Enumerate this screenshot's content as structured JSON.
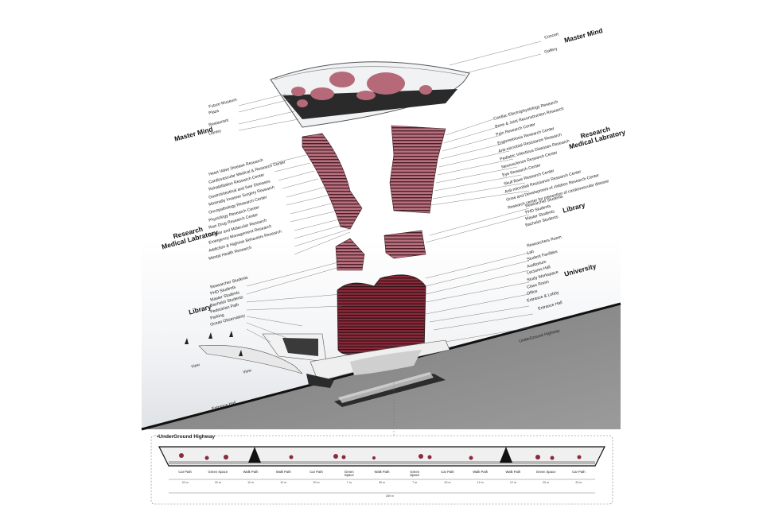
{
  "groups": {
    "master_mind_top": "Master Mind",
    "master_mind_left": "Master Mind",
    "research_right_line1": "Research",
    "research_right_line2": "Medical Labratory",
    "research_left_line1": "Research",
    "research_left_line2": "Medical Labratory",
    "library_right": "Library",
    "university": "University",
    "library_left": "Library"
  },
  "master_mind_top_items": [
    "Concert",
    "Gallery"
  ],
  "master_mind_left_items": [
    "Future Museum",
    "Plaza",
    "Restaurant",
    "Library"
  ],
  "research_right_items": [
    "Cardiac Electrophysiology Research",
    "Bone & Joint Reconstruction Research",
    "Pain Research Center",
    "Endometriosis Research Center",
    "Anti-microbial Resistance Research",
    "Pediatric Infectious Diseases Research",
    "Neuroscience Research Center",
    "Eye Research Center",
    "Skull Base Research Center",
    "Anti-microbial Resistance Research Center",
    "Grow and Development of children Research Center",
    "Research center for prevention of cardiovascular disease"
  ],
  "research_left_items": [
    "Heart Valve Disease Research",
    "Cardiovascular Medical & Research Center",
    "Rehabilitation Research Center",
    "Gastrointestinal and liver Diseases",
    "Minimally Invasive Surgery Research",
    "Oncopathology Research Center",
    "Physiology Research Center",
    "Razi Drug Research Center",
    "Cellular and Molecular Research",
    "Emergency Management Research",
    "Addiction & Highrisk Behaviors Research",
    "Mental Health Research"
  ],
  "library_right_items": [
    "Researcher Students",
    "PHD Students",
    "Master Students",
    "Bachelor Students"
  ],
  "university_items": [
    "Researchers Room",
    "Lab",
    "Student Facilities",
    "Auditorium",
    "Lectures Hall",
    "Study Workspace",
    "Class Room",
    "Office",
    "Entrance & Lobby"
  ],
  "entrance_hall_right": "Entrance Hall",
  "underground_highway_label": "UnderGround Highway",
  "library_left_items": [
    "Researcher Students",
    "PHD Students",
    "Master Students",
    "Bachelor Students",
    "Pedestrian Path",
    "Parking",
    "Ocean Observatory"
  ],
  "view_labels": [
    "View",
    "View"
  ],
  "entrance_hall_left": "Entrance Hall",
  "section": {
    "title": "•UnderGround Highway",
    "segments": [
      {
        "label": "Car Path",
        "dim": "20 m"
      },
      {
        "label": "Green Space",
        "dim": "20 m"
      },
      {
        "label": "Walk Path",
        "dim": "12 m"
      },
      {
        "label": "Walk Path",
        "dim": "12 m"
      },
      {
        "label": "Car Path",
        "dim": "20 m"
      },
      {
        "label": "Green\nSpace",
        "dim": "7 m"
      },
      {
        "label": "Walk Path",
        "dim": "30 m"
      },
      {
        "label": "Green\nSpace",
        "dim": "7 m"
      },
      {
        "label": "Car Path",
        "dim": "20 m"
      },
      {
        "label": "Walk Path",
        "dim": "12 m"
      },
      {
        "label": "Walk Path",
        "dim": "12 m"
      },
      {
        "label": "Green Space",
        "dim": "20 m"
      },
      {
        "label": "Car Path",
        "dim": "20 m"
      }
    ],
    "total_dim": "289 m"
  },
  "colors": {
    "accent": "#8b2a3a",
    "floor": "#b5667a",
    "ground": "#8a8a8a",
    "sky": "#e9ecef"
  }
}
